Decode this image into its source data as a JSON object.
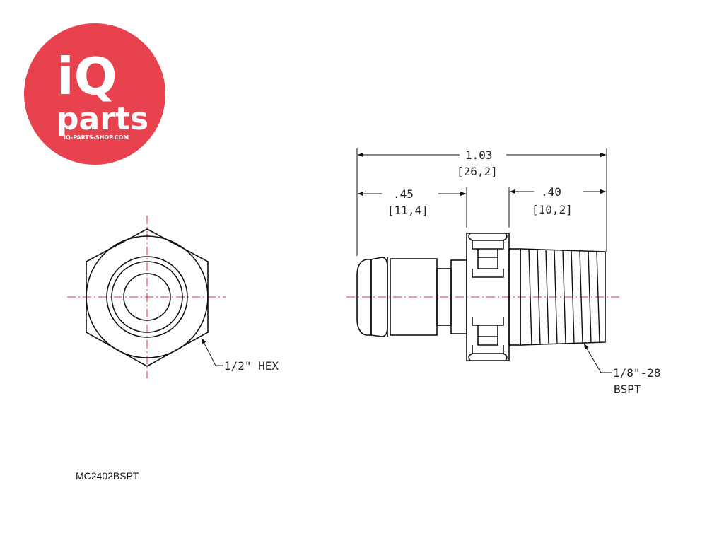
{
  "logo": {
    "brand_top": "iQ",
    "brand_bottom": "parts",
    "url": "IQ-PARTS-SHOP.COM",
    "color": "#e8424f"
  },
  "end_view": {
    "hex_label": "1/2\" HEX"
  },
  "side_view": {
    "overall_in": "1.03",
    "overall_mm": "[26,2]",
    "left_in": ".45",
    "left_mm": "[11,4]",
    "right_in": ".40",
    "right_mm": "[10,2]",
    "thread_label_1": "1/8\"-28",
    "thread_label_2": "BSPT"
  },
  "part_number": "MC2402BSPT",
  "colors": {
    "centerline": "#e03040",
    "line": "#111111"
  }
}
